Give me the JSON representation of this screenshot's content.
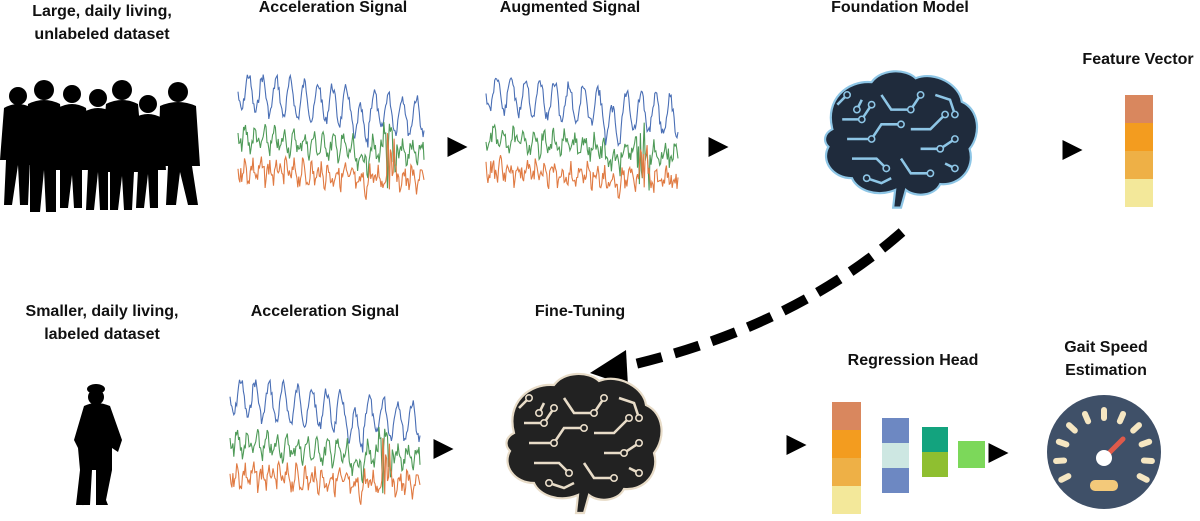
{
  "labels": {
    "large_dataset": [
      "Large, daily living,",
      "unlabeled dataset"
    ],
    "acc_signal_top": "Acceleration Signal",
    "augmented_signal": "Augmented Signal",
    "foundation_model": "Foundation Model",
    "feature_vector": "Feature Vector",
    "small_dataset": [
      "Smaller, daily living,",
      "labeled dataset"
    ],
    "acc_signal_bottom": "Acceleration Signal",
    "fine_tuning": "Fine-Tuning",
    "regression_head": "Regression Head",
    "gait_speed": [
      "Gait Speed",
      "Estimation"
    ]
  },
  "colors": {
    "signal_blue": "#4a6fb5",
    "signal_green": "#4e9a57",
    "signal_orange": "#e07a42",
    "brain_top": "#1f2b3c",
    "brain_top_trace": "#8ec6e6",
    "brain_bottom": "#222222",
    "brain_bottom_trace": "#e8dcc8",
    "gauge_face": "#3f5068",
    "gauge_needle": "#e05a4a",
    "gauge_display": "#f3c97a",
    "feature_vector": [
      "#d9875e",
      "#f39c1f",
      "#eeb046",
      "#f3e89a"
    ],
    "regression_layer_1": [
      "#d9875e",
      "#f39c1f",
      "#eeb046",
      "#f3e89a"
    ],
    "regression_layer_2": [
      "#6d88c2",
      "#cde7e2",
      "#6d88c2"
    ],
    "regression_layer_3": [
      "#13a37e",
      "#8fbf30"
    ],
    "regression_layer_4": [
      "#7cd85a"
    ]
  },
  "icons": [
    "crowd-silhouette",
    "brain-circuit-icon",
    "elderly-person-with-cane",
    "speedometer-gauge-icon"
  ]
}
